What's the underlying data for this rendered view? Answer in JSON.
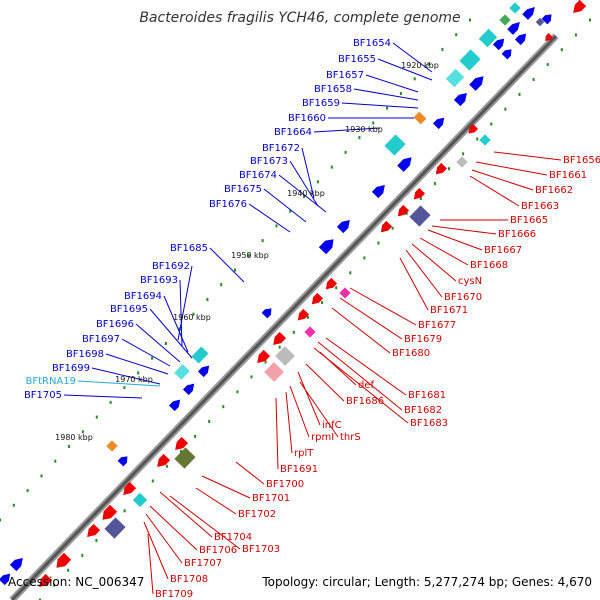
{
  "title": "Bacteroides fragilis YCH46, complete genome",
  "footer": {
    "accession": "Accession: NC_006347",
    "summary": "Topology: circular; Length: 5,277,274 bp; Genes: 4,670"
  },
  "colors": {
    "plus_label": "#0000cc",
    "minus_label": "#cc0000",
    "rna_label": "#22aadd",
    "backbone": "#777777",
    "tick_dots": "#228b22"
  },
  "kbp_ticks": [
    {
      "label": "1920 kbp"
    },
    {
      "label": "1930 kbp"
    },
    {
      "label": "1940 kbp"
    },
    {
      "label": "1950 kbp"
    },
    {
      "label": "1960 kbp"
    },
    {
      "label": "1970 kbp"
    },
    {
      "label": "1980 kbp"
    }
  ],
  "plus_strand_labels": [
    {
      "label": "BF1654"
    },
    {
      "label": "BF1655"
    },
    {
      "label": "BF1657"
    },
    {
      "label": "BF1658"
    },
    {
      "label": "BF1659"
    },
    {
      "label": "BF1660"
    },
    {
      "label": "BF1664"
    },
    {
      "label": "BF1672"
    },
    {
      "label": "BF1673"
    },
    {
      "label": "BF1674"
    },
    {
      "label": "BF1675"
    },
    {
      "label": "BF1676"
    },
    {
      "label": "BF1685"
    },
    {
      "label": "BF1692"
    },
    {
      "label": "BF1693"
    },
    {
      "label": "BF1694"
    },
    {
      "label": "BF1695"
    },
    {
      "label": "BF1696"
    },
    {
      "label": "BF1697"
    },
    {
      "label": "BF1698"
    },
    {
      "label": "BF1699"
    },
    {
      "label": "BFtRNA19",
      "type": "rna"
    },
    {
      "label": "BF1705"
    }
  ],
  "minus_strand_labels": [
    {
      "label": "BF1656"
    },
    {
      "label": "BF1661"
    },
    {
      "label": "BF1662"
    },
    {
      "label": "BF1663"
    },
    {
      "label": "BF1665"
    },
    {
      "label": "BF1666"
    },
    {
      "label": "BF1667"
    },
    {
      "label": "BF1668"
    },
    {
      "label": "cysN"
    },
    {
      "label": "BF1670"
    },
    {
      "label": "BF1671"
    },
    {
      "label": "BF1677"
    },
    {
      "label": "BF1679"
    },
    {
      "label": "BF1680"
    },
    {
      "label": "BF1681"
    },
    {
      "label": "BF1682"
    },
    {
      "label": "BF1683"
    },
    {
      "label": "def"
    },
    {
      "label": "BF1686"
    },
    {
      "label": "infC"
    },
    {
      "label": "thrS"
    },
    {
      "label": "rpmI"
    },
    {
      "label": "rplT"
    },
    {
      "label": "BF1691"
    },
    {
      "label": "BF1700"
    },
    {
      "label": "BF1701"
    },
    {
      "label": "BF1702"
    },
    {
      "label": "BF1704"
    },
    {
      "label": "BF1703"
    },
    {
      "label": "BF1706"
    },
    {
      "label": "BF1707"
    },
    {
      "label": "BF1708"
    },
    {
      "label": "BF1709"
    }
  ]
}
